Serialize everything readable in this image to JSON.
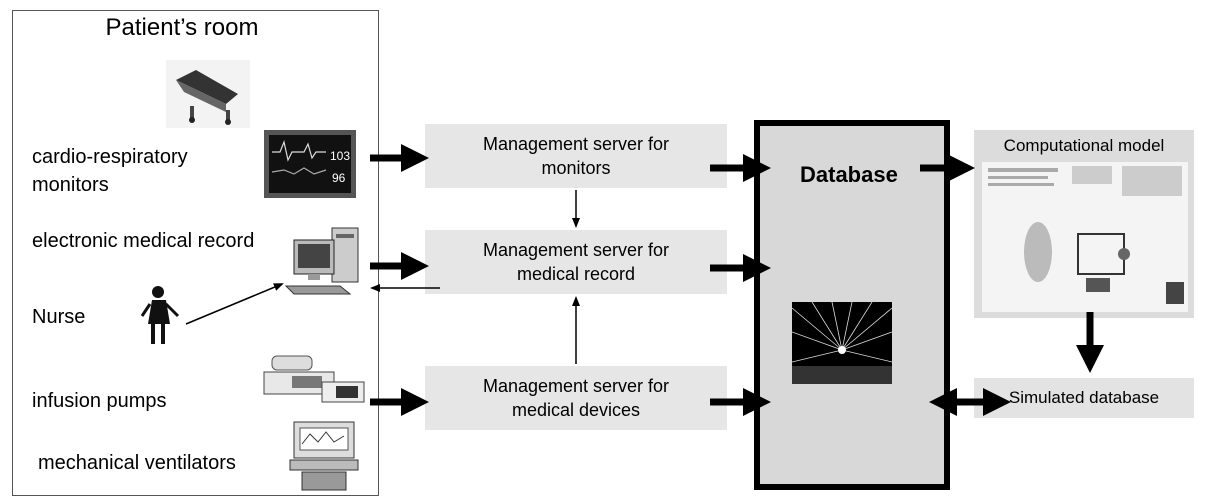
{
  "patient_room": {
    "title": "Patient’s room",
    "items": {
      "monitors_line1": "cardio-respiratory",
      "monitors_line2": "monitors",
      "emr": "electronic medical record",
      "nurse": "Nurse",
      "infusion": "infusion pumps",
      "ventilators": "mechanical ventilators"
    },
    "monitor_readouts": [
      "103",
      "96"
    ]
  },
  "servers": {
    "monitors_line1": "Management server for",
    "monitors_line2": "monitors",
    "record_line1": "Management server for",
    "record_line2": "medical record",
    "devices_line1": "Management server for",
    "devices_line2": "medical devices"
  },
  "database": {
    "title": "Database"
  },
  "computational_model": {
    "title": "Computational model"
  },
  "simulated_database": {
    "title": "Simulated database"
  },
  "icons": [
    "hospital-bed-icon",
    "patient-monitor-icon",
    "computer-icon",
    "nurse-icon",
    "infusion-pump-icon",
    "ventilator-icon",
    "database-visual-icon",
    "model-screenshot-icon"
  ]
}
